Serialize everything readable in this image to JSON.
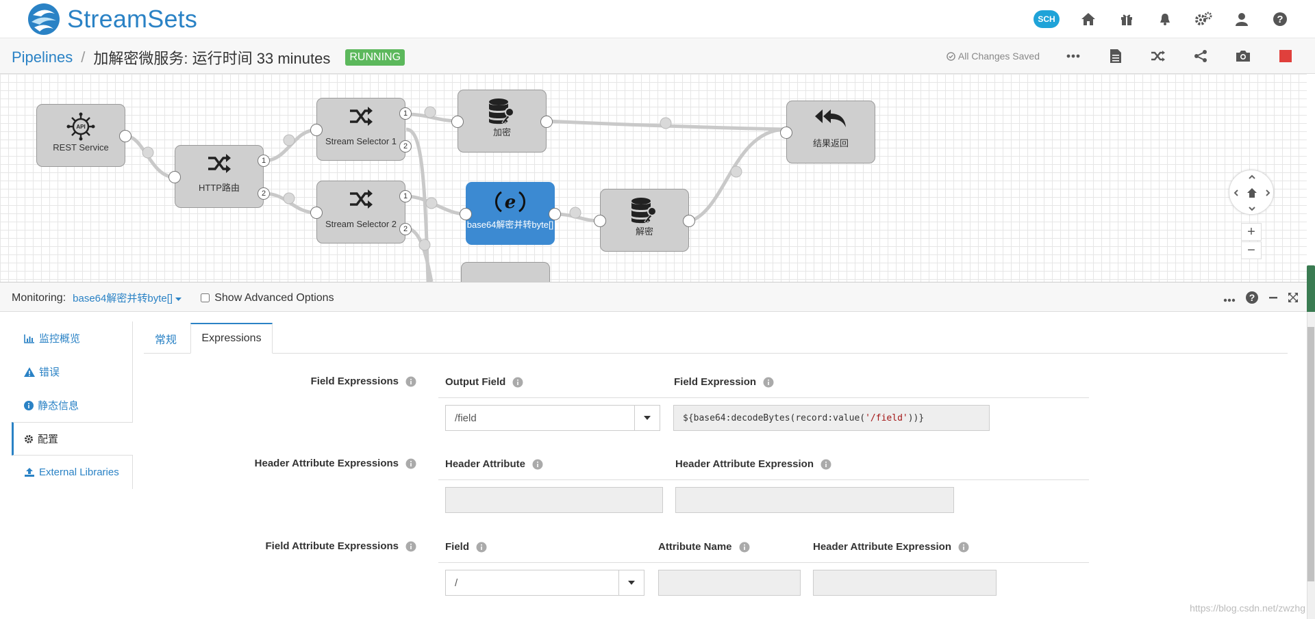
{
  "app": {
    "logo_text": "StreamSets",
    "nav_icons": [
      "sch-cloud-icon",
      "home-icon",
      "gift-icon",
      "bell-icon",
      "gears-icon",
      "user-icon",
      "help-icon"
    ],
    "sch_label": "SCH"
  },
  "header": {
    "breadcrumb_root": "Pipelines",
    "separator": "/",
    "pipeline_title": "加解密微服务:  运行时间  33 minutes",
    "status": "RUNNING",
    "saved_text": "All Changes Saved"
  },
  "canvas": {
    "stages": [
      {
        "id": "rest",
        "label": "REST Service",
        "icon": "api-gear-icon"
      },
      {
        "id": "http",
        "label": "HTTP路由",
        "icon": "shuffle-icon"
      },
      {
        "id": "sel1",
        "label": "Stream Selector 1",
        "icon": "shuffle-icon"
      },
      {
        "id": "sel2",
        "label": "Stream Selector 2",
        "icon": "shuffle-icon"
      },
      {
        "id": "enc",
        "label": "加密",
        "icon": "database-key-icon"
      },
      {
        "id": "b64",
        "label": "base64解密并转byte[]",
        "icon": "expression-icon"
      },
      {
        "id": "dec",
        "label": "解密",
        "icon": "database-key-icon"
      },
      {
        "id": "ret",
        "label": "结果返回",
        "icon": "reply-all-icon"
      }
    ],
    "port_labels": {
      "one": "1",
      "two": "2"
    },
    "zoom_in": "+",
    "zoom_out": "−"
  },
  "monitoring": {
    "label": "Monitoring:",
    "stage": "base64解密并转byte[]",
    "advanced_label": "Show Advanced Options",
    "advanced_checked": false
  },
  "side_nav": {
    "items": [
      {
        "label": "监控概览",
        "icon": "bar-chart-icon"
      },
      {
        "label": "错误",
        "icon": "warning-icon"
      },
      {
        "label": "静态信息",
        "icon": "info-icon"
      },
      {
        "label": "配置",
        "icon": "gear-icon",
        "active": true
      },
      {
        "label": "External Libraries",
        "icon": "upload-icon"
      }
    ]
  },
  "tabs": {
    "general": "常规",
    "expressions": "Expressions"
  },
  "form": {
    "field_expressions": {
      "label": "Field Expressions",
      "output_field_head": "Output Field",
      "field_expression_head": "Field Expression",
      "output_field_value": "/field",
      "expr_prefix": "${base64:decodeBytes(record:value(",
      "expr_string": "'/field'",
      "expr_suffix": "))}"
    },
    "header_attr": {
      "label": "Header Attribute Expressions",
      "attr_head": "Header Attribute",
      "expr_head": "Header Attribute Expression",
      "attr_value": "",
      "expr_value": ""
    },
    "field_attr": {
      "label": "Field Attribute Expressions",
      "field_head": "Field",
      "attr_name_head": "Attribute Name",
      "expr_head": "Header Attribute Expression",
      "field_value": "/",
      "attr_name_value": "",
      "expr_value": ""
    }
  },
  "watermark": "https://blog.csdn.net/zwzhg",
  "colors": {
    "brand_blue": "#2a82c5",
    "running_green": "#5cb85c",
    "stop_red": "#e0403c",
    "selected_stage": "#3c8ad2"
  }
}
